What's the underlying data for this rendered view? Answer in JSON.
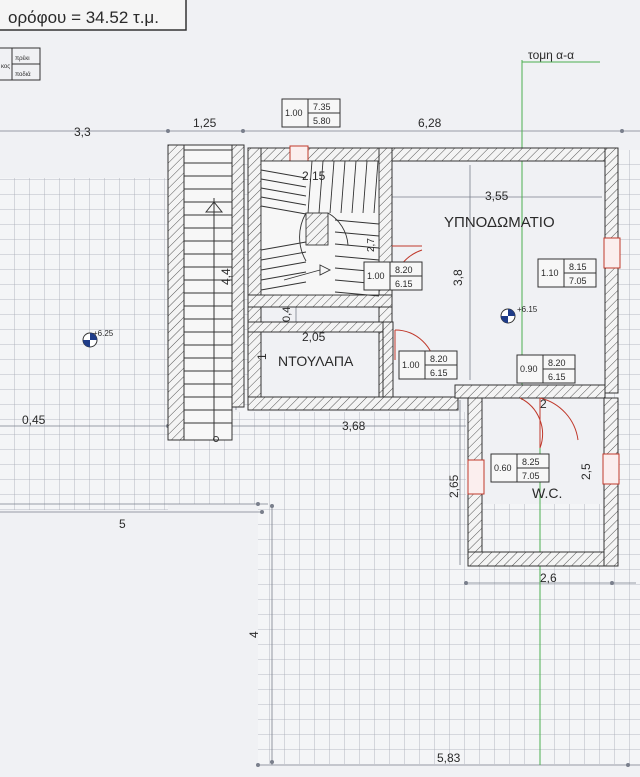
{
  "title_block": {
    "area_text": "ορόφου = 34.52 τ.μ."
  },
  "legend": {
    "row1": "πρέκι",
    "row2": "ποδιά",
    "left_fragment": "κος"
  },
  "section_label": "τομη α-α",
  "rooms": {
    "bedroom": "ΥΠΝΟΔΩΜΑΤΙΟ",
    "closet": "ΝΤΟΥΛΑΠΑ",
    "wc": "W.C."
  },
  "dimensions": {
    "top_left": "3,3",
    "top_mid": "1,25",
    "top_right": "6,28",
    "stair_width": "2,15",
    "bedroom_width": "3,55",
    "bedroom_height": "3,8",
    "stair_length": "4,4",
    "stair_height": "2,7",
    "small_04": "0,4",
    "closet_width": "2,05",
    "closet_depth": "1",
    "left_045": "0,45",
    "corridor": "3,68",
    "wc_width": "2",
    "wc_height": "2,5",
    "wc_side": "2,65",
    "terrace_5": "5",
    "terrace_4": "4",
    "wc_bottom": "2,6",
    "bottom_total": "5,83"
  },
  "levels": {
    "terrace": "+6.25",
    "bedroom": "+6.15"
  },
  "openings": [
    {
      "id": "top",
      "sill": "1.00",
      "lintel": "7.35",
      "height": "5.80"
    },
    {
      "id": "stair-door",
      "sill": "1.00",
      "lintel": "8.20",
      "height": "6.15"
    },
    {
      "id": "bedroom-window",
      "sill": "1.10",
      "lintel": "8.15",
      "height": "7.05"
    },
    {
      "id": "closet-door",
      "sill": "1.00",
      "lintel": "8.20",
      "height": "6.15"
    },
    {
      "id": "wc-door",
      "sill": "0.90",
      "lintel": "8.20",
      "height": "6.15"
    },
    {
      "id": "wc-window",
      "sill": "0.60",
      "lintel": "8.25",
      "height": "7.05"
    }
  ]
}
